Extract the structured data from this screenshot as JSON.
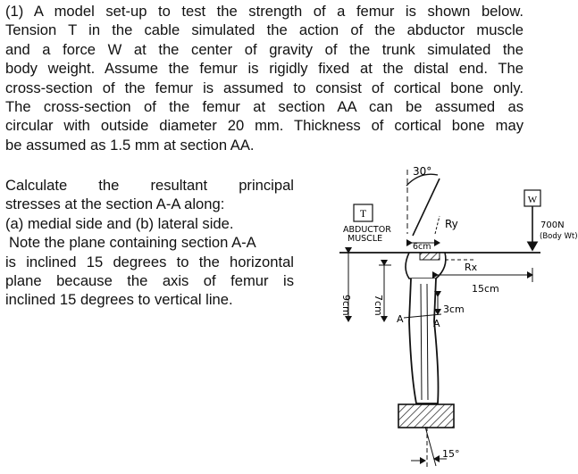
{
  "problem": {
    "lines": [
      "(1) A model set-up to test the strength of a femur is shown below.",
      "Tension  T  in the cable simulated the action of the abductor muscle",
      "and a force  W  at the center of gravity of the trunk simulated the",
      "body weight.  Assume the femur is rigidly fixed at the distal end. The",
      "cross-section of the femur is assumed to consist of cortical bone only.",
      "The cross-section of the femur at section AA can be assumed as",
      "circular with outside diameter 20 mm. Thickness of cortical bone may",
      "be assumed as 1.5 mm at section AA."
    ]
  },
  "question": {
    "lines": [
      "Calculate  the  resultant  principal",
      "stresses at the section A-A along:",
      "(a) medial side and (b) lateral side.",
      " Note the plane containing section A-A",
      "is inclined 15 degrees to the horizontal",
      "plane because the axis of femur is",
      "inclined 15 degrees to vertical line."
    ]
  },
  "diagram": {
    "angle_top": "30°",
    "label_T": "T",
    "label_W": "W",
    "label_Ry": "Ry",
    "label_Rx": "Rx",
    "abductor_line1": "ABDUCTOR",
    "abductor_line2": "MUSCLE",
    "load_value": "700N",
    "load_note": "(Body Wt)",
    "dim_6cm": "6cm",
    "dim_15cm": "15cm",
    "dim_9cm": "9cm",
    "dim_7cm": "7cm",
    "dim_3cm": "3cm",
    "section_left": "A",
    "section_right": "A",
    "angle_bottom": "15°"
  }
}
